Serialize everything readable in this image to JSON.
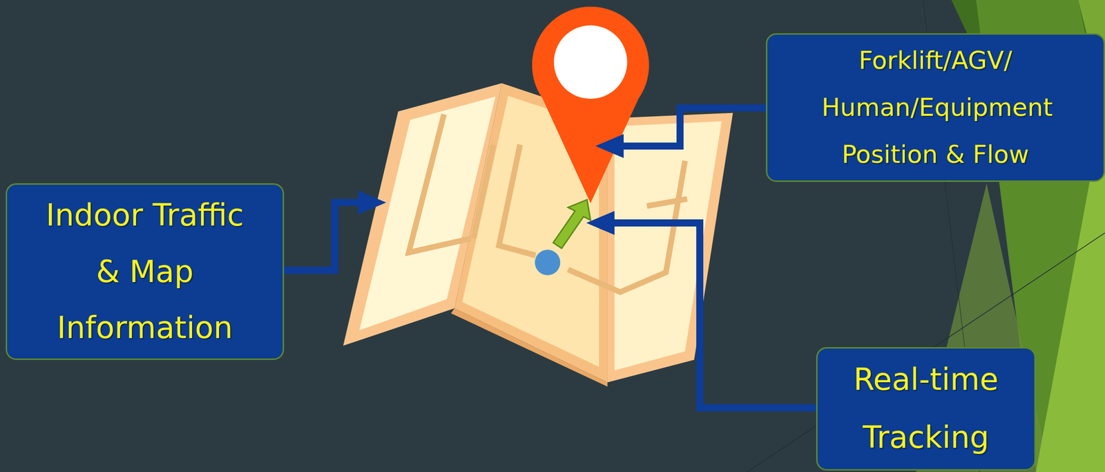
{
  "diagram": {
    "nodes": [
      {
        "text": [
          "Indoor Traffic & Map Information"
        ]
      },
      {
        "text": [
          "Forklift/AGV/ Human/Equipment Position & Flow"
        ]
      },
      {
        "text": [
          "Real-time Tracking"
        ]
      }
    ]
  }
}
